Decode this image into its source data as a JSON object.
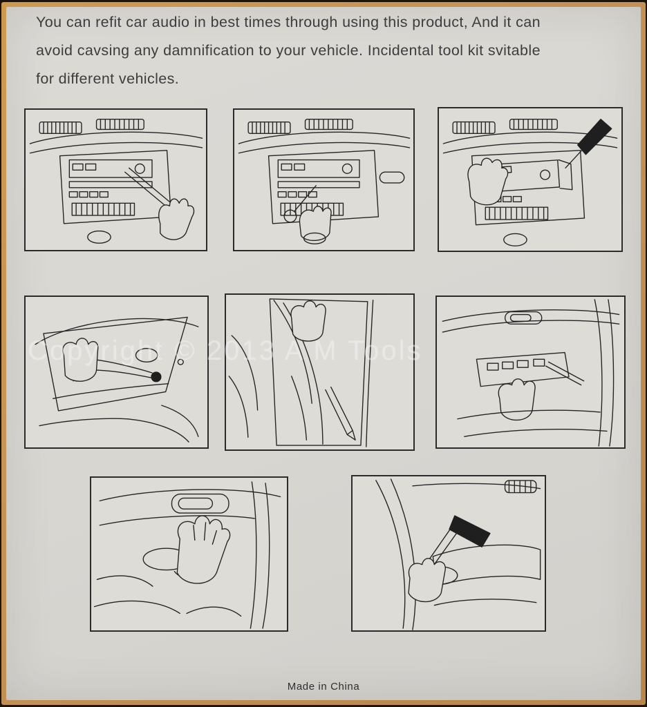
{
  "document": {
    "intro": {
      "lines": [
        "You can refit car audio in best times through using this product, And it can",
        "avoid cavsing any damnification to your vehicle. Incidental tool kit svitable",
        "for different vehicles."
      ]
    },
    "watermark": "Copyright © 2013   A M Tools",
    "footer": "Made in China",
    "colors": {
      "sheet": "#d8d6d1",
      "mat_border": "#c59357",
      "ink": "#242424",
      "text": "#3d3d3d"
    },
    "panels": [
      {
        "name": "step-1-radio-removal-keys-inserted"
      },
      {
        "name": "step-2-radio-removal-ring-tool"
      },
      {
        "name": "step-3-radio-pulled-out-by-hand"
      },
      {
        "name": "step-4-trunk-trim-clip-pliers"
      },
      {
        "name": "step-5-door-edge-wedge-tool"
      },
      {
        "name": "step-6-switch-panel-pry-tool"
      },
      {
        "name": "step-7-door-handle-boot-removal"
      },
      {
        "name": "step-8-armrest-scraper-tool"
      }
    ]
  }
}
